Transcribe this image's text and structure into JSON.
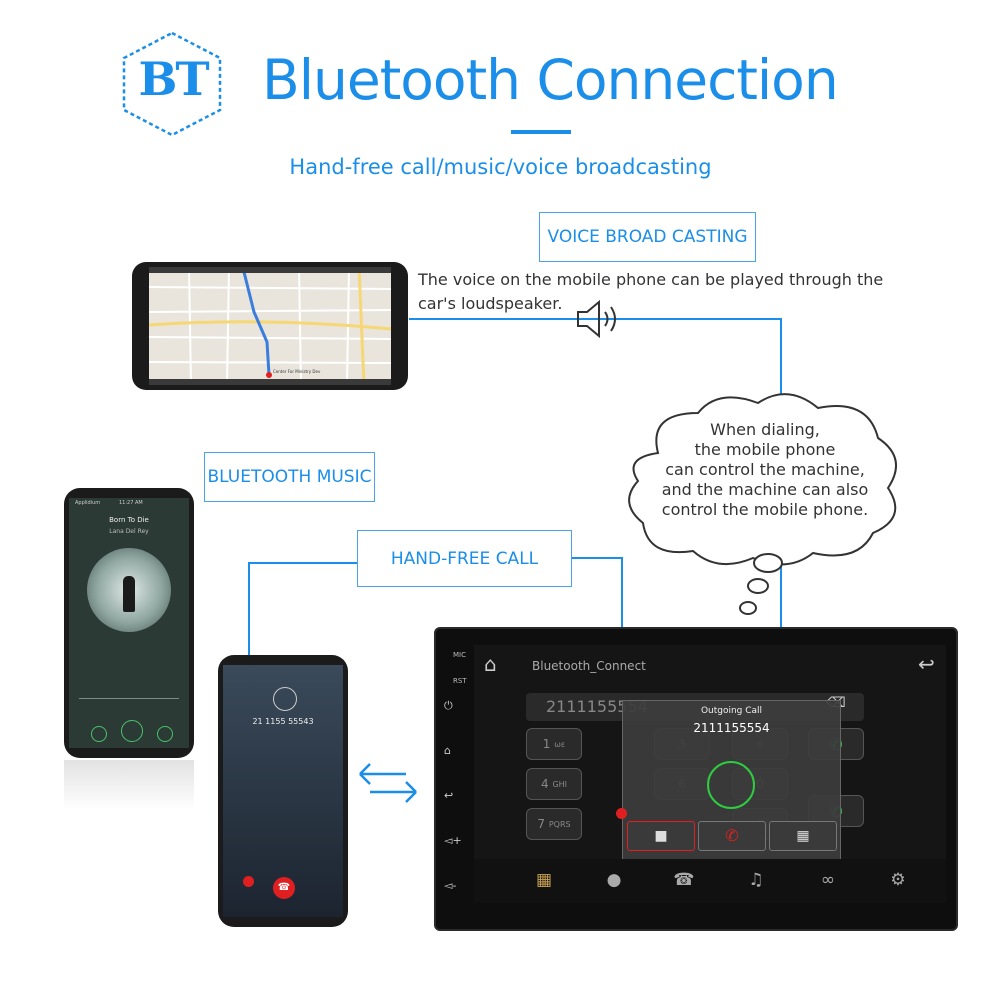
{
  "logo": {
    "text": "BT"
  },
  "header": {
    "title": "Bluetooth Connection",
    "subtitle": "Hand-free call/music/voice broadcasting"
  },
  "labels": {
    "voice_broadcasting": "VOICE BROAD CASTING",
    "bluetooth_music": "BLUETOOTH MUSIC",
    "hand_free_call": "HAND-FREE CALL"
  },
  "voice_description": {
    "line1": "The voice on the mobile phone can be played through the",
    "line2": "car's loudspeaker."
  },
  "cloud": {
    "lines": [
      "When dialing,",
      "the mobile phone",
      "can control the machine,",
      "and the machine can also",
      "control the mobile phone."
    ]
  },
  "map_phone": {
    "place": "Center For Ministry Dev"
  },
  "music_phone": {
    "status_left": "Applidium",
    "status_time": "11:27 AM",
    "song_title": "Born To Die",
    "artist": "Lana Del Rey"
  },
  "call_phone": {
    "number": "21 1155 55543"
  },
  "head_unit": {
    "side_labels": [
      "MIC",
      "RST"
    ],
    "app_title": "Bluetooth_Connect",
    "dial_input": "2111155554",
    "keys": [
      "1",
      "4",
      "7",
      "3",
      "6",
      "∗",
      "0",
      "#"
    ],
    "key_sub": [
      "ωε",
      "GHI",
      "PQRS"
    ],
    "popup_title": "Outgoing Call",
    "popup_number": "2111155554",
    "colors": {
      "accent": "#1a8ee8",
      "hangup": "#e02020",
      "answer": "#2ecc40",
      "marker": "#e02020"
    }
  }
}
